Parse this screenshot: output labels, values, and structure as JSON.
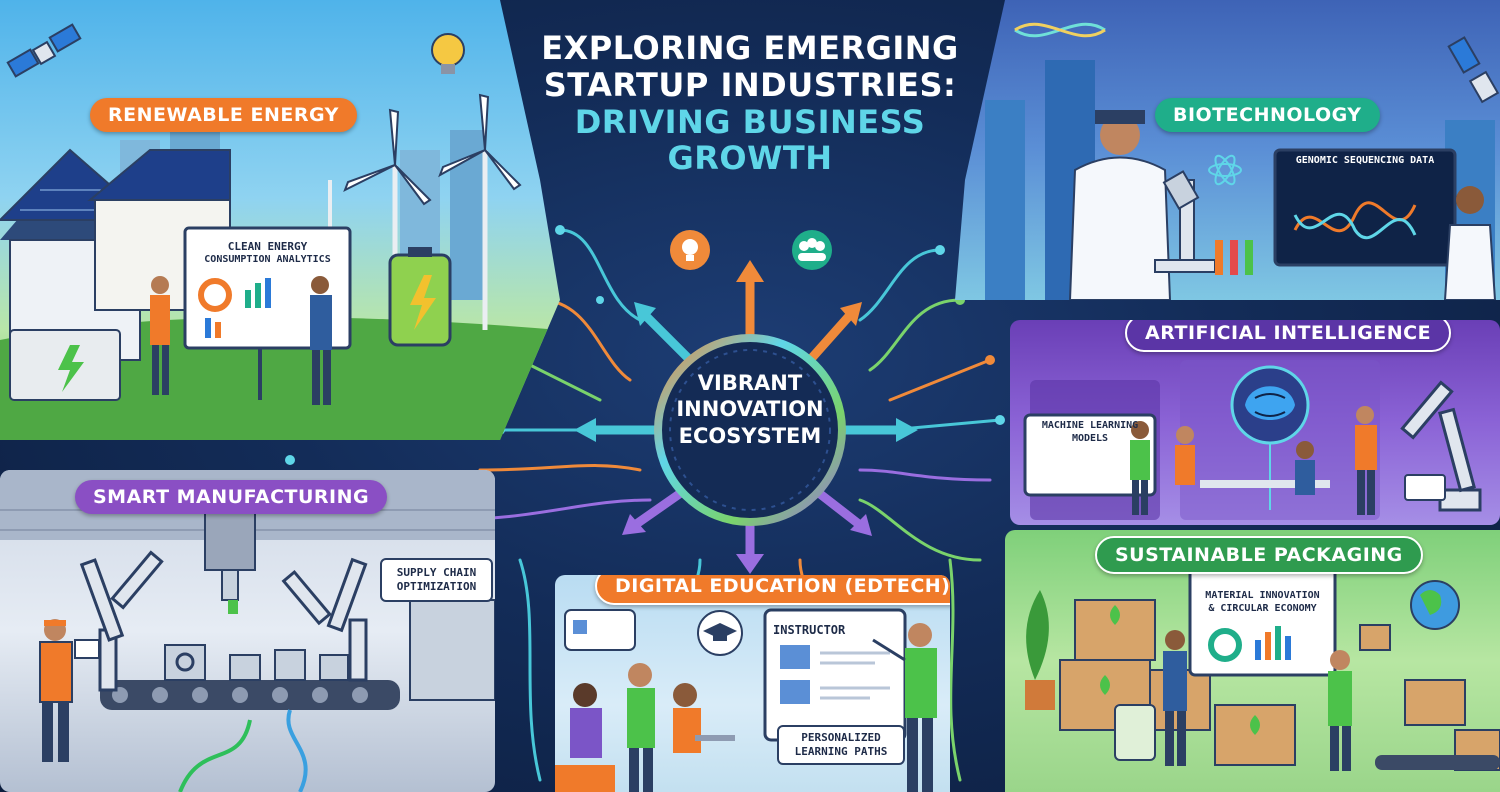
{
  "title": {
    "line1": "EXPLORING EMERGING",
    "line2": "STARTUP INDUSTRIES:",
    "line3": "DRIVING BUSINESS",
    "line4": "GROWTH"
  },
  "hub": {
    "line1": "VIBRANT",
    "line2": "INNOVATION",
    "line3": "ECOSYSTEM"
  },
  "sectors": {
    "renewable": {
      "label": "RENEWABLE ENERGY",
      "card_line1": "CLEAN ENERGY",
      "card_line2": "CONSUMPTION ANALYTICS",
      "color": "#f07a2a"
    },
    "biotech": {
      "label": "BIOTECHNOLOGY",
      "card": "GENOMIC SEQUENCING DATA",
      "color": "#1fae8a"
    },
    "ai": {
      "label": "ARTIFICIAL INTELLIGENCE",
      "card_line1": "MACHINE LEARNING",
      "card_line2": "MODELS",
      "color": "#7b55c7"
    },
    "manufacturing": {
      "label": "SMART MANUFACTURING",
      "card_line1": "SUPPLY CHAIN",
      "card_line2": "OPTIMIZATION",
      "color": "#8a4fc4"
    },
    "edtech": {
      "label": "DIGITAL EDUCATION (EDTECH)",
      "card": "INSTRUCTOR",
      "note_line1": "PERSONALIZED",
      "note_line2": "LEARNING PATHS",
      "color": "#f07a2a"
    },
    "packaging": {
      "label": "SUSTAINABLE PACKAGING",
      "card_line1": "MATERIAL INNOVATION",
      "card_line2": "& CIRCULAR ECONOMY",
      "color": "#2f9b4f"
    }
  },
  "icons": [
    "lightbulb-icon",
    "people-icon",
    "satellite-icon",
    "dna-icon",
    "atom-icon",
    "brain-icon",
    "robot-arm-icon",
    "gear-icon",
    "leaf-icon",
    "graduation-cap-icon",
    "battery-icon",
    "wind-turbine-icon",
    "globe-icon",
    "microscope-icon"
  ]
}
